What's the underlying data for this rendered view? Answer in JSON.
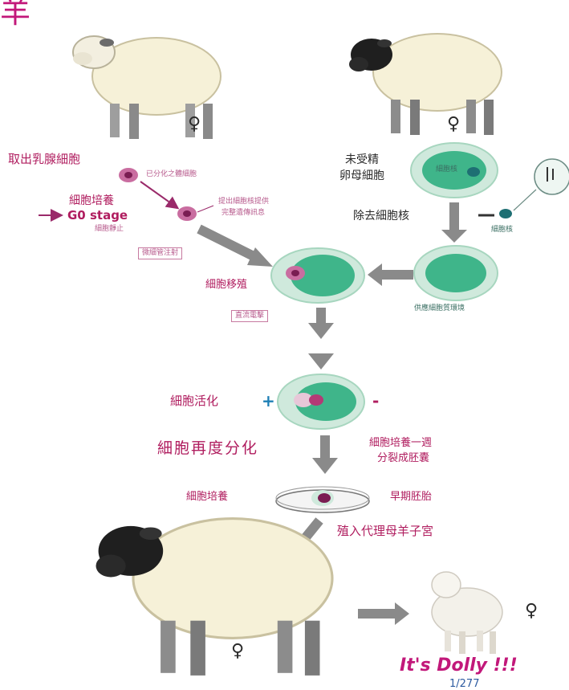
{
  "title_char": "羊",
  "female_symbol": "♀",
  "labels": {
    "extract_mammary": "取出乳腺細胞",
    "differentiated_cell": "已分化之體細胞",
    "cell_culture": "細胞培養",
    "g0_stage": "G0 stage",
    "cell_resting": "細胞靜止",
    "donor_nucleus_note_1": "提出細胞核提供",
    "donor_nucleus_note_2": "完整遺傳訊息",
    "unfertilized": "未受精",
    "oocyte": "卵母細胞",
    "nucleus_small": "細胞核",
    "remove_nucleus": "除去細胞核",
    "nucleus_label": "細胞核",
    "micro_injection": "微細管注射",
    "cell_transfer": "細胞移殖",
    "cytoplasm_env": "供應細胞質環境",
    "dc_shock": "直流電擊",
    "activation": "細胞活化",
    "plus": "+",
    "minus": "-",
    "redifferentiation": "細胞再度分化",
    "culture_week_1": "細胞培養一週",
    "culture_week_2": "分裂成胚囊",
    "cell_culture_2": "細胞培養",
    "early_embryo": "早期胚胎",
    "implant": "殖入代理母羊子宮",
    "its_dolly": "It's Dolly !!!",
    "page_number": "1/277"
  },
  "colors": {
    "accent_pink": "#c2187a",
    "egg_green": "#3fb58a",
    "egg_outer": "#cfe9dc",
    "wool": "#f6f1d8",
    "arrow_gray": "#8a8a8a"
  }
}
